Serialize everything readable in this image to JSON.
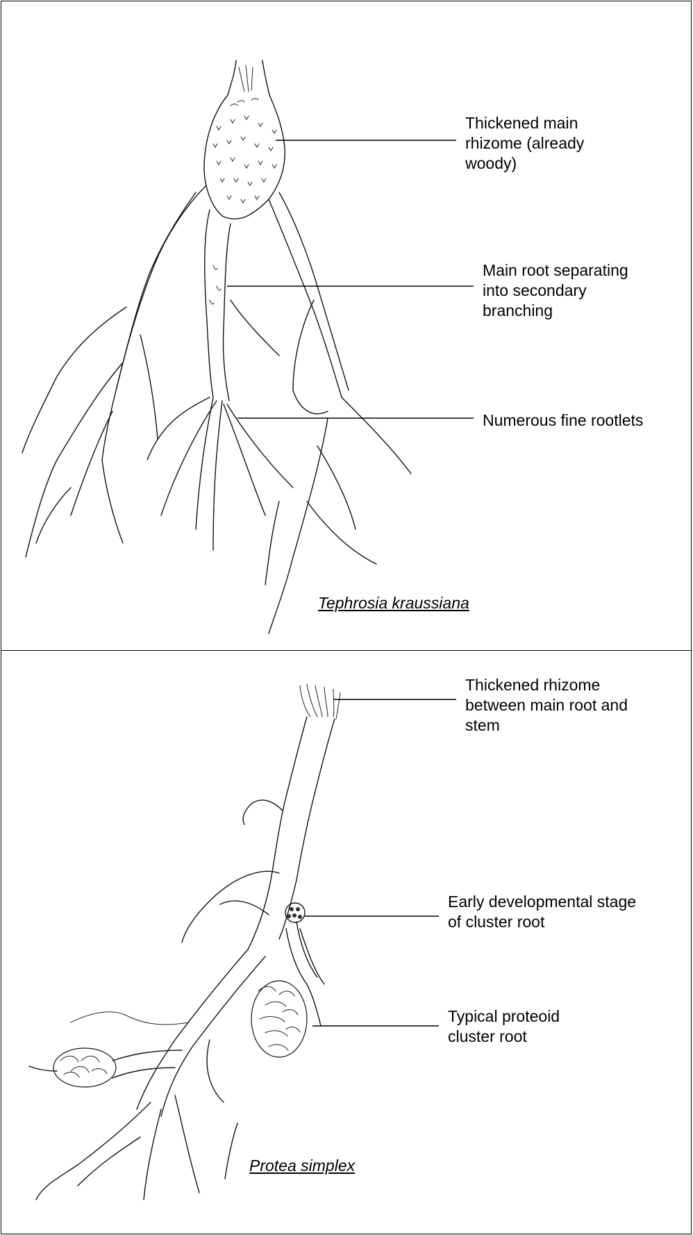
{
  "panels": [
    {
      "species": "Tephrosia kraussiana",
      "annotations": [
        "Thickened main\nrhizome (already\nwoody)",
        "Main root separating\ninto secondary\nbranching",
        "Numerous fine rootlets"
      ]
    },
    {
      "species": "Protea simplex",
      "annotations": [
        "Thickened rhizome\nbetween main root and\nstem",
        "Early developmental stage\nof cluster root",
        "Typical proteoid\ncluster root"
      ]
    }
  ]
}
